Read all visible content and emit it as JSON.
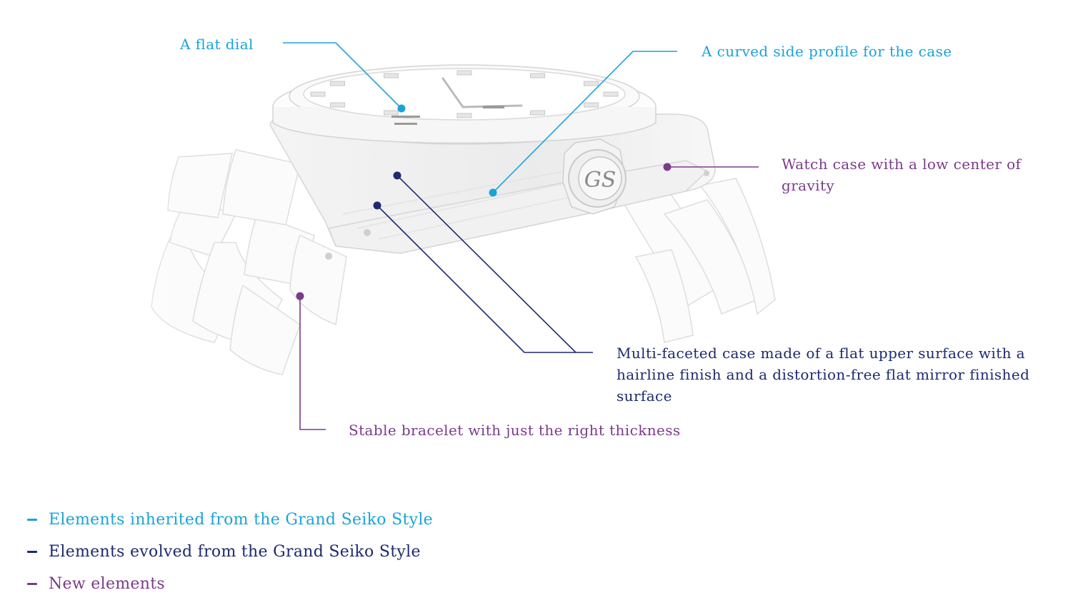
{
  "colors": {
    "inherited": "#1aa3d9",
    "evolved": "#1d2a6e",
    "new": "#7b3a8c",
    "sketch_stroke": "#dcdcdc",
    "sketch_fill": "#fbfbfb"
  },
  "annotations": {
    "flat_dial": "A flat dial",
    "curved_profile": "A curved side profile for the case",
    "low_center": "Watch case with a low center of gravity",
    "multi_faceted": "Multi-faceted case made of a flat upper surface with a hairline finish and a distortion-free flat mirror finished surface",
    "stable_bracelet": "Stable bracelet with just the right thickness"
  },
  "crown_logo": "GS",
  "legend": [
    {
      "key": "inherited",
      "label": "Elements inherited from the Grand Seiko Style"
    },
    {
      "key": "evolved",
      "label": "Elements evolved from the Grand Seiko Style"
    },
    {
      "key": "new",
      "label": "New elements"
    }
  ]
}
